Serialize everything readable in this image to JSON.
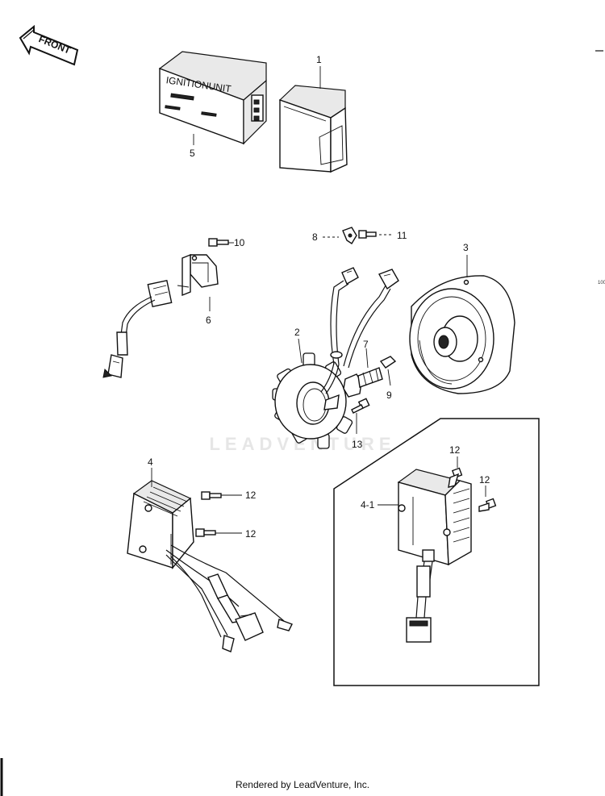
{
  "front_arrow": {
    "label": "FRONT"
  },
  "ignition_unit_text": "IGNITIONUNIT",
  "watermark": "LEADVENTURE",
  "edge_mark": "100",
  "footer": "Rendered by LeadVenture, Inc.",
  "callouts": {
    "c1": "1",
    "c2": "2",
    "c3": "3",
    "c4": "4",
    "c4_1": "4-1",
    "c5": "5",
    "c6": "6",
    "c7": "7",
    "c8": "8",
    "c9": "9",
    "c10": "10",
    "c11": "11",
    "c12a": "12",
    "c12b": "12",
    "c12c": "12",
    "c12d": "12",
    "c13": "13"
  }
}
